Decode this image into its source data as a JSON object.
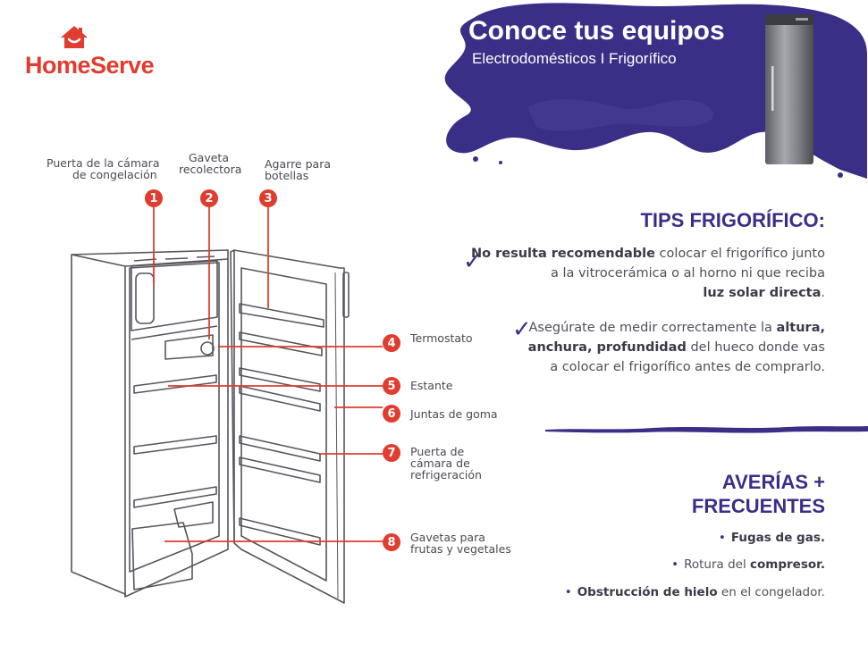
{
  "brand": {
    "name": "HomeServe",
    "color": "#e03c2f"
  },
  "header": {
    "title": "Conoce tus equipos",
    "subtitle": "Electrodomésticos I Frigorífico",
    "blob_color": "#3a2f86"
  },
  "diagram": {
    "labels": [
      {
        "num": "1",
        "text": [
          "Puerta de la cámara",
          "de congelación"
        ]
      },
      {
        "num": "2",
        "text": [
          "Gaveta",
          "recolectora"
        ]
      },
      {
        "num": "3",
        "text": [
          "Agarre para",
          "botellas"
        ]
      },
      {
        "num": "4",
        "text": [
          "Termostato"
        ]
      },
      {
        "num": "5",
        "text": [
          "Estante"
        ]
      },
      {
        "num": "6",
        "text": [
          "Juntas de goma"
        ]
      },
      {
        "num": "7",
        "text": [
          "Puerta de",
          "cámara de",
          "refrigeración"
        ]
      },
      {
        "num": "8",
        "text": [
          "Gavetas para",
          "frutas y vegetales"
        ]
      }
    ]
  },
  "tips": {
    "heading": "TIPS FRIGORÍFICO:",
    "items": [
      {
        "lines": [
          [
            {
              "b": "No resulta recomendable"
            },
            {
              "t": " colocar el frigorífico junto"
            }
          ],
          [
            {
              "t": "a la vitrocerámica o al horno ni que reciba"
            }
          ],
          [
            {
              "b": "luz solar directa"
            },
            {
              "t": "."
            }
          ]
        ]
      },
      {
        "lines": [
          [
            {
              "t": "Asegúrate de medir correctamente la "
            },
            {
              "b": "altura,"
            }
          ],
          [
            {
              "b": "anchura, profundidad"
            },
            {
              "t": " del hueco donde vas"
            }
          ],
          [
            {
              "t": "a colocar el frigorífico antes de comprarlo."
            }
          ]
        ]
      }
    ]
  },
  "failures": {
    "heading_line1": "AVERÍAS +",
    "heading_line2": "FRECUENTES",
    "items": [
      [
        {
          "b": "Fugas de gas."
        }
      ],
      [
        {
          "t": "Rotura del "
        },
        {
          "b": "compresor."
        }
      ],
      [
        {
          "b": "Obstrucción de hielo"
        },
        {
          "t": " en el congelador."
        }
      ]
    ]
  },
  "icons": [
    "house-roof-icon",
    "check-icon",
    "fridge-photo-icon"
  ]
}
